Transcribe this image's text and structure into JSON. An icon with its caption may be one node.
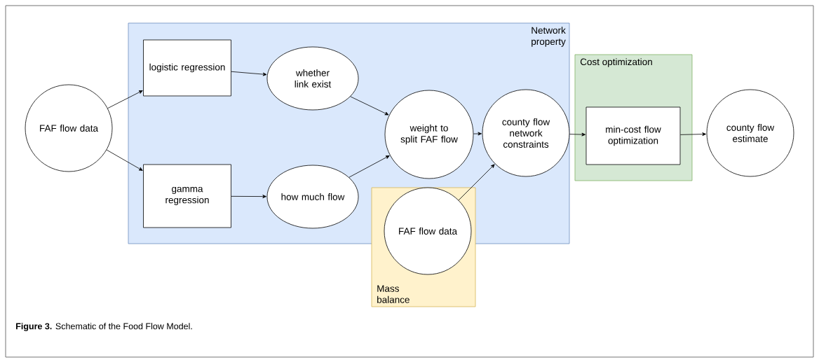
{
  "diagram": {
    "caption": "**Figure 3.** Schematic of the Food Flow Model.",
    "nodes": [
      {
        "text": [
          "Network property"
        ]
      },
      {
        "text": [
          "Cost optimization"
        ]
      },
      {
        "text": [
          "Mass balance"
        ]
      },
      {
        "text": [
          "FAF flow data"
        ]
      },
      {
        "text": [
          "logistic regression"
        ],
        "in": 0
      },
      {
        "text": [
          "gamma regression"
        ],
        "in": 0
      },
      {
        "text": [
          "whether link exist"
        ],
        "in": 0
      },
      {
        "text": [
          "how much flow"
        ],
        "in": 0
      },
      {
        "text": [
          "weight to split FAF flow"
        ],
        "in": 0
      },
      {
        "text": [
          "county flow network constraints"
        ],
        "in": 0
      },
      {
        "text": [
          "FAF flow data"
        ],
        "in": 2
      },
      {
        "text": [
          "min-cost flow optimization"
        ],
        "in": 1
      },
      {
        "text": [
          "county flow estimate"
        ]
      }
    ],
    "edges": [
      {
        "from": 3,
        "to": 4,
        "arrow": "to"
      },
      {
        "from": 3,
        "to": 5,
        "arrow": "to"
      },
      {
        "from": 4,
        "to": 6,
        "arrow": "to"
      },
      {
        "from": 5,
        "to": 7,
        "arrow": "to"
      },
      {
        "from": 6,
        "to": 8,
        "arrow": "to"
      },
      {
        "from": 7,
        "to": 8,
        "arrow": "to"
      },
      {
        "from": 8,
        "to": 9,
        "arrow": "to"
      },
      {
        "from": 10,
        "to": 9,
        "arrow": "to"
      },
      {
        "from": 9,
        "to": 11,
        "arrow": "to"
      },
      {
        "from": 11,
        "to": 12,
        "arrow": "to"
      }
    ]
  }
}
